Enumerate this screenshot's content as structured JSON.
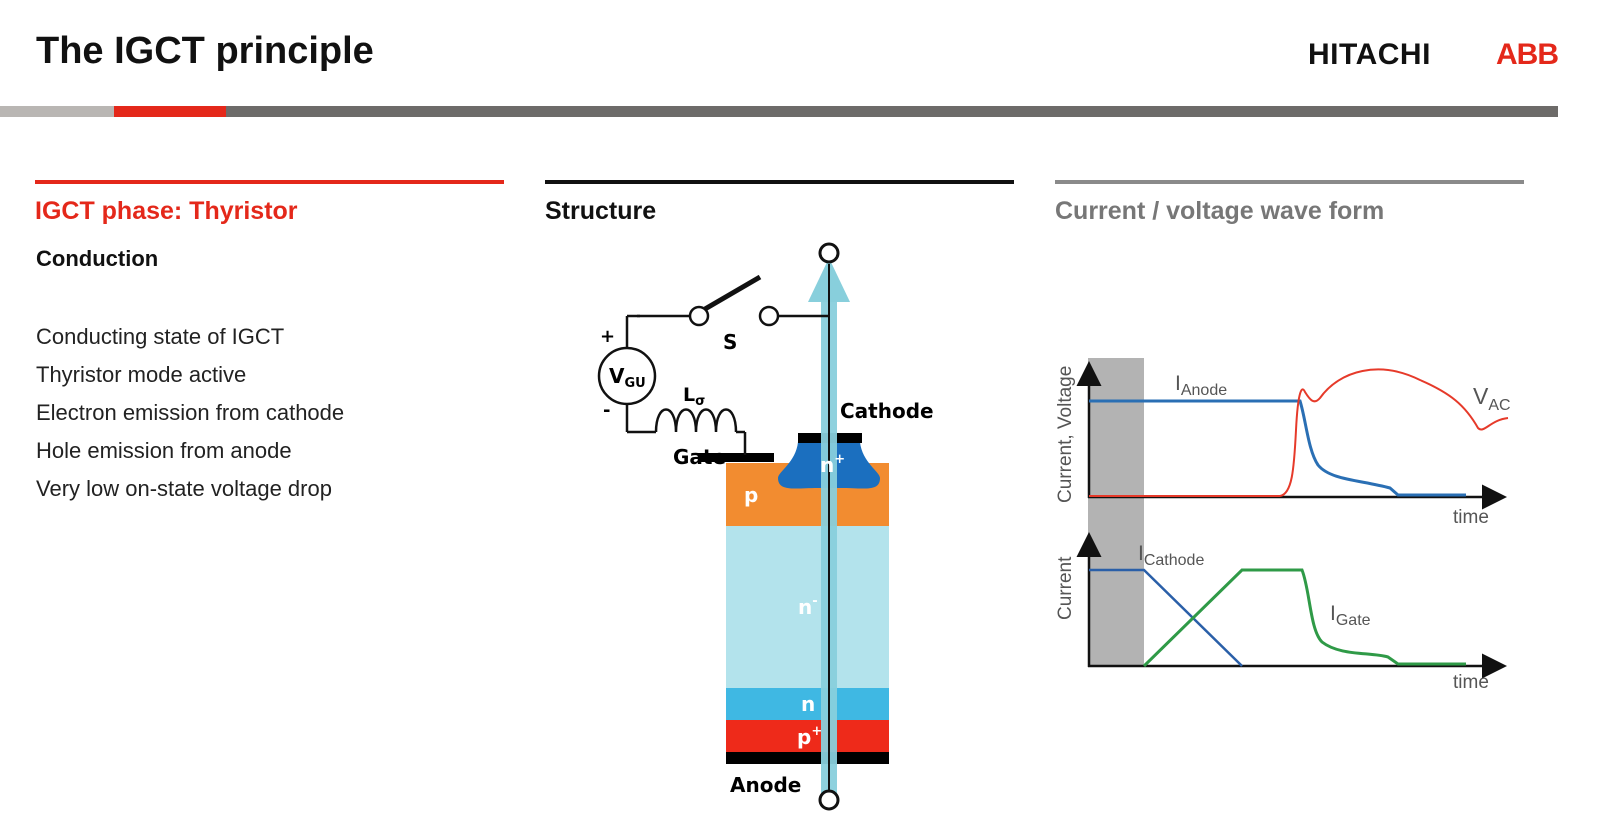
{
  "header": {
    "title": "The IGCT principle",
    "logo_left": "HITACHI",
    "logo_right": "ABB"
  },
  "colors": {
    "accent": "#e4281a",
    "bar_light": "#b9b6b3",
    "bar_dark": "#6d6b69",
    "p_layer": "#f28c30",
    "n_minus": "#b3e3ec",
    "n_layer": "#3fb8e3",
    "p_plus": "#ee2a1a",
    "n_plus": "#1b6fbf",
    "current_path": "#88cfdc",
    "anode_curve": "#2a6fb4",
    "vac_curve": "#e63a2a",
    "gate_curve": "#2f9a47"
  },
  "left": {
    "heading": "IGCT phase: Thyristor",
    "subheading": "Conduction",
    "bullets": [
      "Conducting state of IGCT",
      "Thyristor mode active",
      "Electron emission from cathode",
      "Hole emission from anode",
      "Very low on-state voltage drop"
    ]
  },
  "structure": {
    "heading": "Structure",
    "plus": "+",
    "minus": "-",
    "vgu": "V",
    "vgu_sub": "GU",
    "switch": "S",
    "inductor": "L",
    "inductor_sub": "σ",
    "gate": "Gate",
    "cathode": "Cathode",
    "anode": "Anode",
    "layer_p": "p",
    "layer_nplus": "n",
    "layer_nplus_sup": "+",
    "layer_nminus": "n",
    "layer_nminus_sup": "-",
    "layer_n": "n",
    "layer_pplus": "p",
    "layer_pplus_sup": "+"
  },
  "waveform": {
    "heading": "Current / voltage wave form",
    "top_ylabel": "Current, Voltage",
    "bottom_ylabel": "Current",
    "time_top": "time",
    "time_bottom": "time",
    "i_anode": "I",
    "i_anode_sub": "Anode",
    "v_ac": "V",
    "v_ac_sub": "AC",
    "i_cathode": "I",
    "i_cathode_sub": "Cathode",
    "i_gate": "I",
    "i_gate_sub": "Gate"
  }
}
